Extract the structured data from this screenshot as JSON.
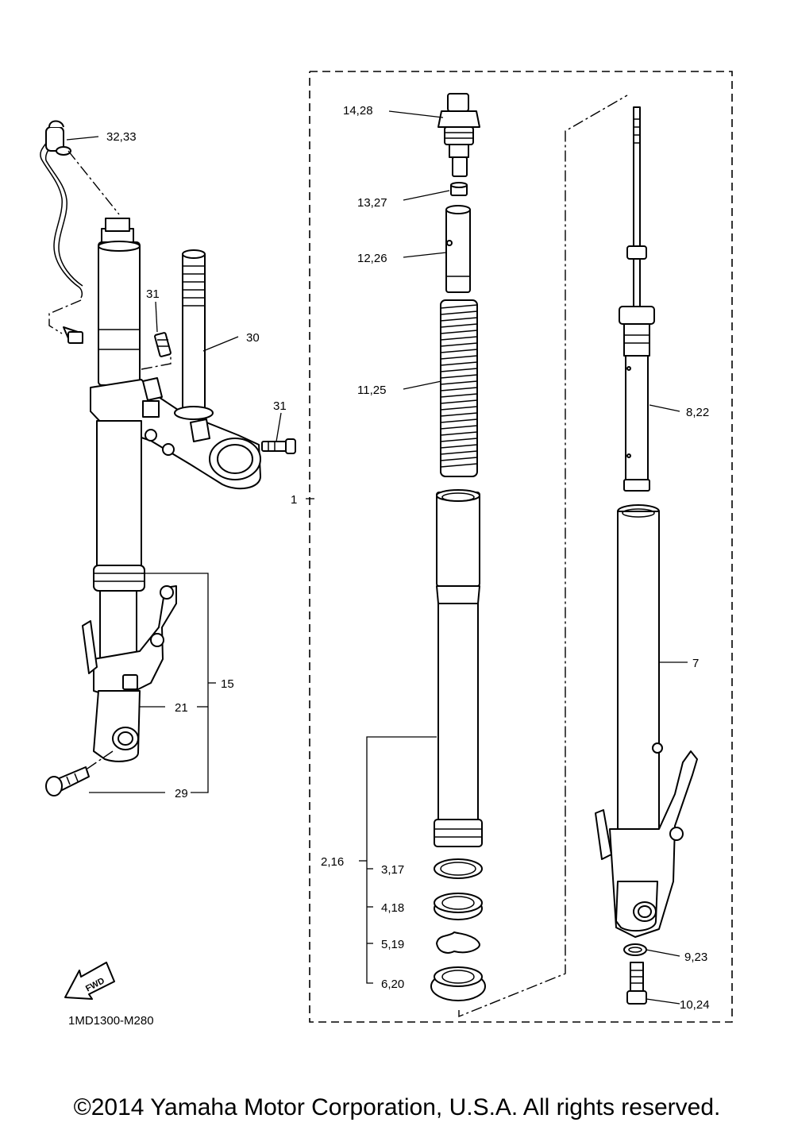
{
  "diagram_code": "1MD1300-M280",
  "fwd_label": "FWD",
  "copyright": "©2014 Yamaha Motor Corporation, U.S.A. All rights reserved.",
  "callouts": {
    "c1": "1",
    "c2_16": "2,16",
    "c3_17": "3,17",
    "c4_18": "4,18",
    "c5_19": "5,19",
    "c6_20": "6,20",
    "c7": "7",
    "c8_22": "8,22",
    "c9_23": "9,23",
    "c10_24": "10,24",
    "c11_25": "11,25",
    "c12_26": "12,26",
    "c13_27": "13,27",
    "c14_28": "14,28",
    "c15": "15",
    "c21": "21",
    "c29": "29",
    "c30": "30",
    "c31a": "31",
    "c31b": "31",
    "c32_33": "32,33"
  }
}
